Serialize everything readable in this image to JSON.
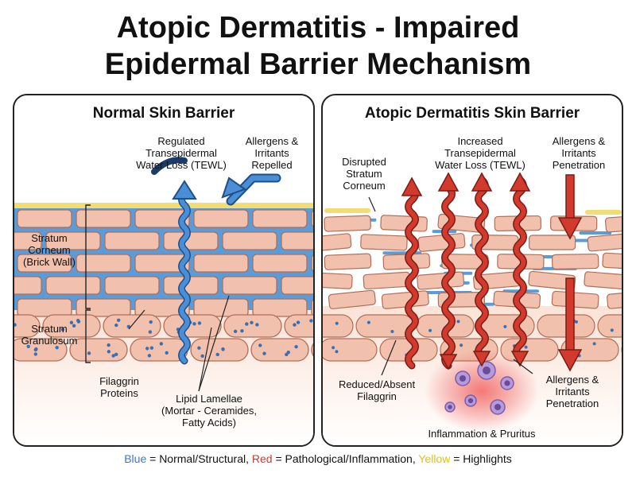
{
  "title": {
    "line1": "Atopic Dermatitis - Impaired",
    "line2": "Epidermal Barrier Mechanism"
  },
  "left_panel": {
    "title": "Normal Skin Barrier",
    "tewl_label": [
      "Regulated",
      "Transepidermal",
      "Water Loss (TEWL)"
    ],
    "allergen_label": [
      "Allergens &",
      "Irritants",
      "Repelled"
    ],
    "corneum_label": [
      "Stratum",
      "Corneum",
      "(Brick Wall)"
    ],
    "granulosum_label": [
      "Stratum",
      "Granulosum"
    ],
    "filaggrin_label": [
      "Filaggrin",
      "Proteins"
    ],
    "lipid_label": [
      "Lipid Lamellae",
      "(Mortar - Ceramides,",
      "Fatty Acids)"
    ]
  },
  "right_panel": {
    "title": "Atopic Dermatitis Skin Barrier",
    "disrupted_label": [
      "Disrupted",
      "Stratum",
      "Corneum"
    ],
    "tewl_label": [
      "Increased",
      "Transepidermal",
      "Water Loss (TEWL)"
    ],
    "allergen_top_label": [
      "Allergens &",
      "Irritants",
      "Penetration"
    ],
    "filaggrin_label": [
      "Reduced/Absent",
      "Filaggrin"
    ],
    "allergen_bottom_label": [
      "Allergens &",
      "Irritants",
      "Penetration"
    ],
    "inflammation_label": "Inflammation & Pruritus"
  },
  "legend": {
    "blue_word": "Blue",
    "blue_text": " = Normal/Structural, ",
    "red_word": "Red",
    "red_text": " = Pathological/Inflammation, ",
    "yellow_word": "Yellow",
    "yellow_text": " = Highlights"
  },
  "colors": {
    "brick_fill": "#f2c1ad",
    "brick_stroke": "#b06e58",
    "mortar_blue": "#5a9bd8",
    "tewl_blue": "#4a8fd6",
    "path_red": "#d13a2c",
    "highlight_yellow": "#f2dc74",
    "filaggrin_dot": "#3b6fb4",
    "inflammation_glow": "#f05a5a",
    "immune_cell": "#b79ad9"
  }
}
